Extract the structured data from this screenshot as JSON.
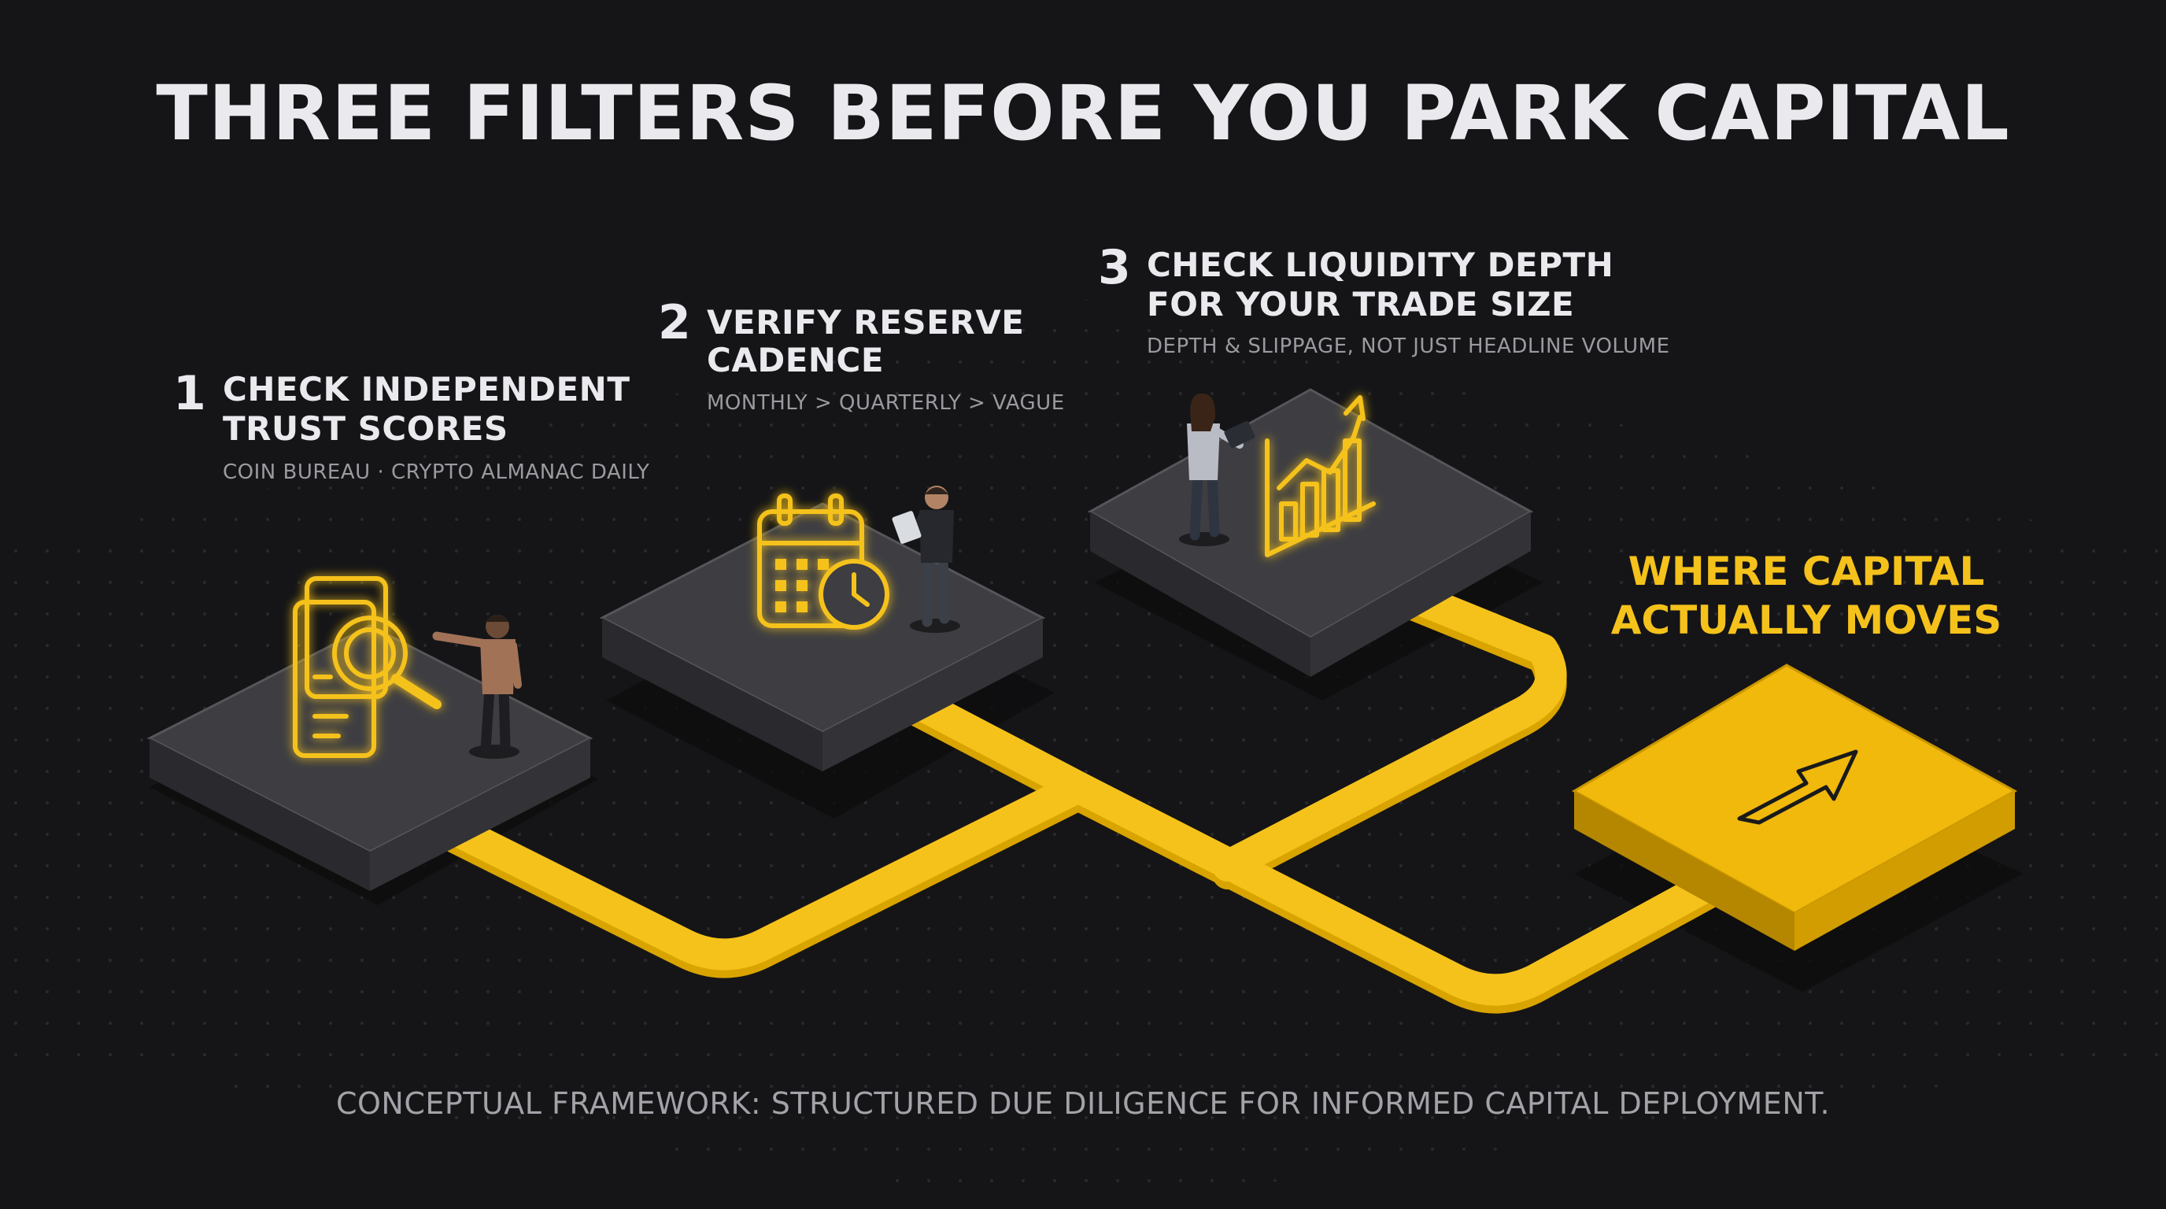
{
  "title": "THREE FILTERS BEFORE YOU PARK CAPITAL",
  "steps": [
    {
      "number": "1",
      "title_line1": "CHECK INDEPENDENT",
      "title_line2": "TRUST SCORES",
      "subtitle": "COIN BUREAU · CRYPTO ALMANAC DAILY",
      "icon": "document-magnifier-icon",
      "figure": "person-pointing"
    },
    {
      "number": "2",
      "title_line1": "VERIFY RESERVE",
      "title_line2": "CADENCE",
      "subtitle": "MONTHLY > QUARTERLY > VAGUE",
      "icon": "calendar-clock-icon",
      "figure": "person-with-clipboard"
    },
    {
      "number": "3",
      "title_line1": "CHECK LIQUIDITY DEPTH",
      "title_line2": "FOR YOUR TRADE SIZE",
      "subtitle": "DEPTH & SLIPPAGE, NOT JUST HEADLINE VOLUME",
      "icon": "bar-chart-trend-icon",
      "figure": "person-with-laptop"
    }
  ],
  "destination": {
    "line1": "WHERE CAPITAL",
    "line2": "ACTUALLY MOVES",
    "icon": "arrow-up-right-icon"
  },
  "footer": "CONCEPTUAL FRAMEWORK: STRUCTURED DUE DILIGENCE FOR INFORMED CAPITAL DEPLOYMENT.",
  "colors": {
    "background": "#151517",
    "accent": "#f5c21b",
    "platform": "#3e3e42",
    "text": "#e9e9ee",
    "subtext": "#9a9aa0"
  }
}
